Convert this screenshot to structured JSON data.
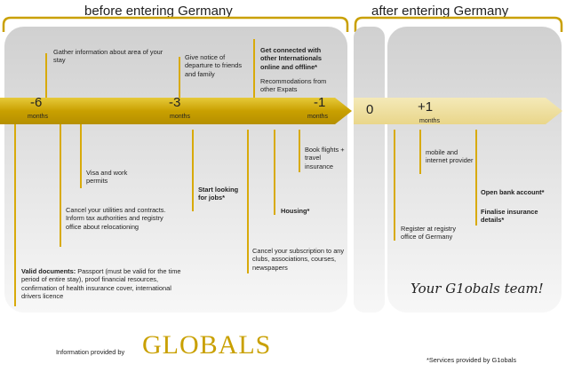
{
  "headers": {
    "before": "before entering Germany",
    "after": "after entering Germany"
  },
  "timeline": {
    "points": [
      {
        "value": "-6",
        "unit": "months"
      },
      {
        "value": "-3",
        "unit": "months"
      },
      {
        "value": "-1",
        "unit": "months"
      },
      {
        "value": "0",
        "unit": ""
      },
      {
        "value": "+1",
        "unit": "months"
      }
    ]
  },
  "tasks": {
    "gather_info": "Gather information about area of your stay",
    "give_notice": "Give notice of departure to friends and family",
    "get_connected": "Get connected with other Internationals online and offline*",
    "recommendations": "Recommodations from other Expats",
    "visa": "Visa and work permits",
    "cancel_utilities": "Cancel your utilities and contracts. Inform tax authorities and registry office about relocationing",
    "start_jobs": "Start looking for jobs*",
    "book_flights": "Book flights + travel insurance",
    "housing": "Housing*",
    "cancel_subscription": "Cancel your subscription to any clubs, associations, courses, newspapers",
    "valid_docs_bold": "Valid documents:",
    "valid_docs_rest": " Passport (must be valid for the time period of entire stay), proof financial resources, confirmation of health insurance cover, international drivers licence",
    "mobile": "mobile and internet provider",
    "open_bank": "Open bank account*",
    "finalise_insurance": "Finalise insurance details*",
    "register": "Register at registry office of Germany"
  },
  "team_signature": "Your G1obals team!",
  "footer": {
    "provided_by": "Information provided by",
    "logo_text": "GLOBALS",
    "services": "*Services provided by G1obals"
  },
  "colors": {
    "accent": "#c9a000",
    "accent_light": "#e6c93a",
    "arrow_after": "#f1e3a0",
    "panel_top": "#d0d0d0",
    "panel_bottom": "#f7f7f7"
  }
}
